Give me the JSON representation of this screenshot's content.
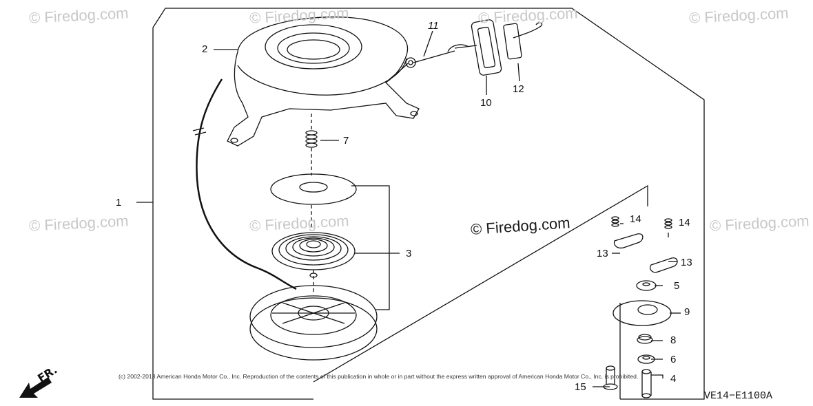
{
  "watermarks": {
    "text": "© Firedog.com",
    "center": "© Firedog.com"
  },
  "callouts": {
    "c1": "1",
    "c2": "2",
    "c3": "3",
    "c4": "4",
    "c5": "5",
    "c6": "6",
    "c7": "7",
    "c8": "8",
    "c9": "9",
    "c10": "10",
    "c11": "11",
    "c12": "12",
    "c13a": "13",
    "c13b": "13",
    "c14a": "14",
    "c14b": "14",
    "c15": "15"
  },
  "diagram_code": "VE14−E1100A",
  "copyright": "(c) 2002-2013 American Honda Motor Co., Inc. Reproduction of the contents of this publication in whole or in part without the express written approval of American Honda Motor Co., Inc. is prohibited.",
  "direction_label": "FR.",
  "colors": {
    "ink": "#111111",
    "watermark": "#c8c8c8",
    "background": "#ffffff"
  }
}
